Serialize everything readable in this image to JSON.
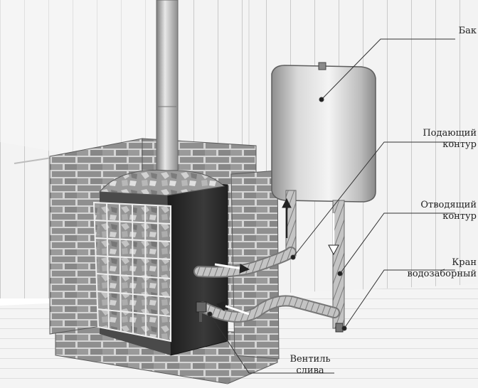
{
  "labels": {
    "tank": "Бак",
    "supply": [
      "Подающий",
      "контур"
    ],
    "return": [
      "Отводящий",
      "контур"
    ],
    "tap": [
      "Кран",
      "водозаборный"
    ],
    "drain": [
      "Вентиль",
      "слива"
    ]
  },
  "colors": {
    "brick": "#8f8f8f",
    "mortar": "#d6d6d6",
    "stove": "#2a2a2a",
    "steel": "#b8b8b8",
    "wall": "#f2f2f2",
    "leader": "#333333"
  }
}
